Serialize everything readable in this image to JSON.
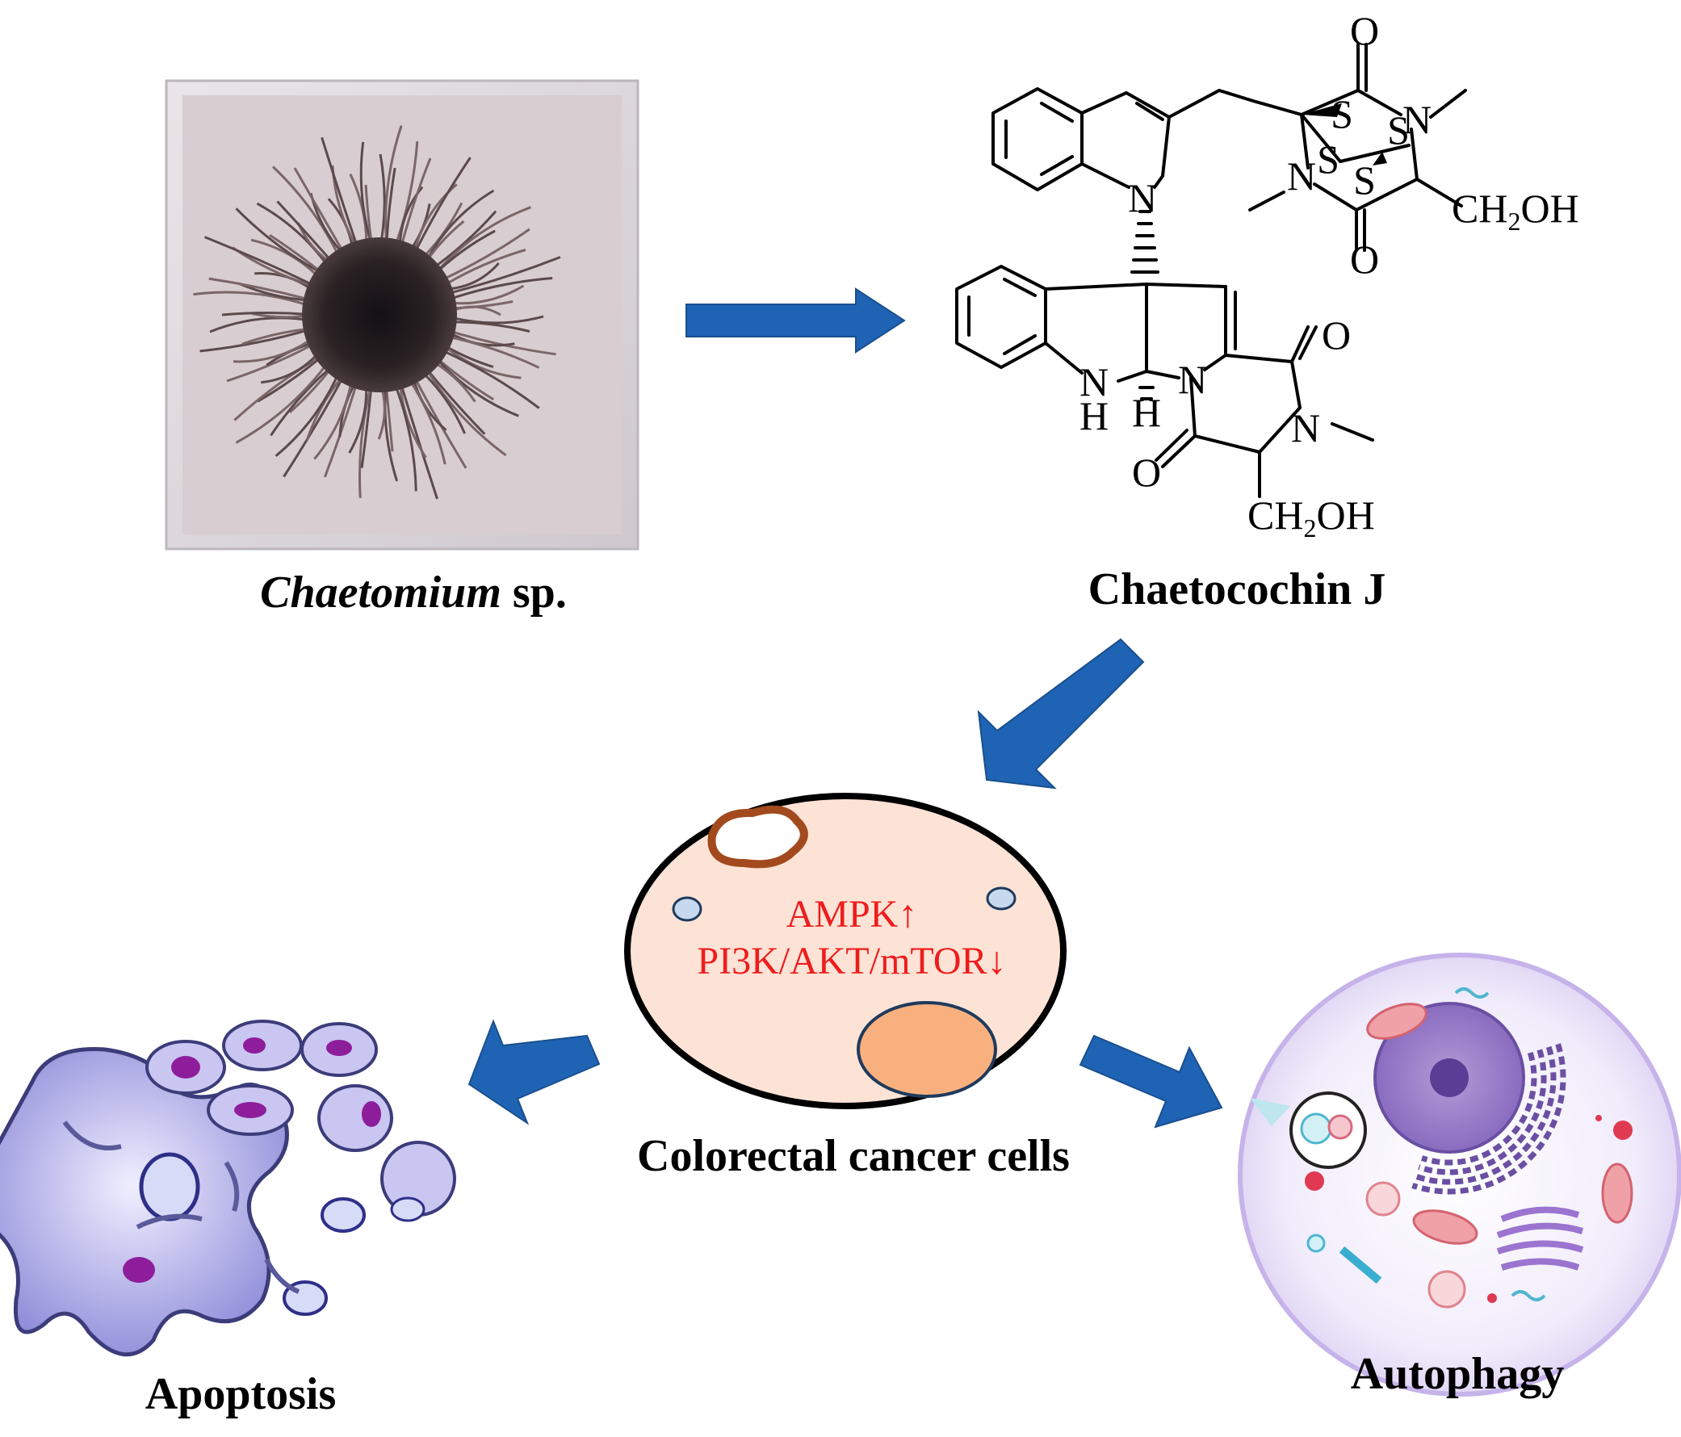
{
  "source": {
    "genus": "Chaetomium",
    "suffix": " sp."
  },
  "compound": {
    "name": "Chaetocochin J",
    "atoms": {
      "o": "O",
      "n": "N",
      "s": "S",
      "h": "H",
      "nh_n": "N",
      "nh_h": "H",
      "ch2oh_a": "CH",
      "ch2oh_sub": "2",
      "ch2oh_b": "OH"
    }
  },
  "cell": {
    "caption": "Colorectal cancer cells",
    "pathway_up": "AMPK↑",
    "pathway_down": "PI3K/AKT/mTOR↓",
    "pathway_color": "#ee1c1c",
    "fill_color": "#fde3d6",
    "nucleus_color": "#f9b07f"
  },
  "outcomes": {
    "left": "Apoptosis",
    "right": "Autophagy"
  },
  "colors": {
    "arrow_fill": "#1f63b4",
    "arrow_stroke": "#1a4f8f"
  }
}
